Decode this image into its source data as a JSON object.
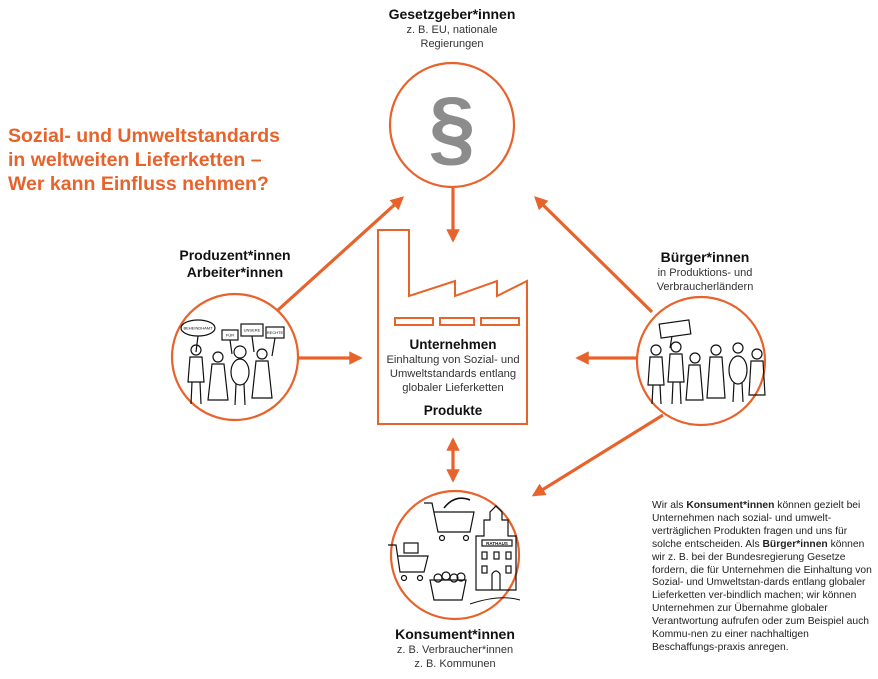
{
  "title": {
    "line1": "Sozial- und Umweltstandards",
    "line2": "in weltweiten Lieferketten –",
    "line3": "Wer kann Einfluss nehmen?"
  },
  "gesetzgeber": {
    "heading": "Gesetzgeber*innen",
    "sub1": "z. B. EU, nationale",
    "sub2": "Regierungen",
    "symbol": "§"
  },
  "produzenten": {
    "heading1": "Produzent*innen",
    "heading2": "Arbeiter*innen",
    "signs": [
      "BEHEINDHAMT",
      "FÜR",
      "UNSERE",
      "RECHTE"
    ]
  },
  "buerger": {
    "heading": "Bürger*innen",
    "sub1": "in Produktions- und",
    "sub2": "Verbraucherländern"
  },
  "unternehmen": {
    "heading": "Unternehmen",
    "sub1": "Einhaltung von Sozial- und",
    "sub2": "Umweltstandards entlang",
    "sub3": "globaler Lieferketten",
    "products": "Produkte"
  },
  "konsumenten": {
    "heading": "Konsument*innen",
    "sub1": "z. B. Verbraucher*innen",
    "sub2": "z. B. Kommunen",
    "building_sign": "RATHAUS"
  },
  "paragraph": {
    "p1": "Wir als ",
    "b1": "Konsument*innen",
    "p2": " können gezielt bei Unternehmen nach sozial- und umwelt-verträglichen Produkten fragen und uns für solche entscheiden. Als ",
    "b2": "Bürger*innen",
    "p3": " können wir z. B. bei der Bundesregierung Gesetze fordern, die für Unternehmen die Einhaltung von Sozial- und Umweltstan-dards entlang globaler Lieferketten ver-bindlich machen; wir können Unternehmen zur Übernahme globaler Verantwortung aufrufen oder zum Beispiel auch Kommu-nen zu einer nachhaltigen Beschaffungs-praxis anregen."
  },
  "colors": {
    "accent": "#e8632c",
    "symbol_gray": "#8c8c8c",
    "text": "#1a1a1a"
  },
  "icons": [
    "paragraph-icon",
    "factory-icon",
    "protest-people-icon",
    "crowd-icon",
    "shopping-cart-icon",
    "town-hall-icon"
  ]
}
